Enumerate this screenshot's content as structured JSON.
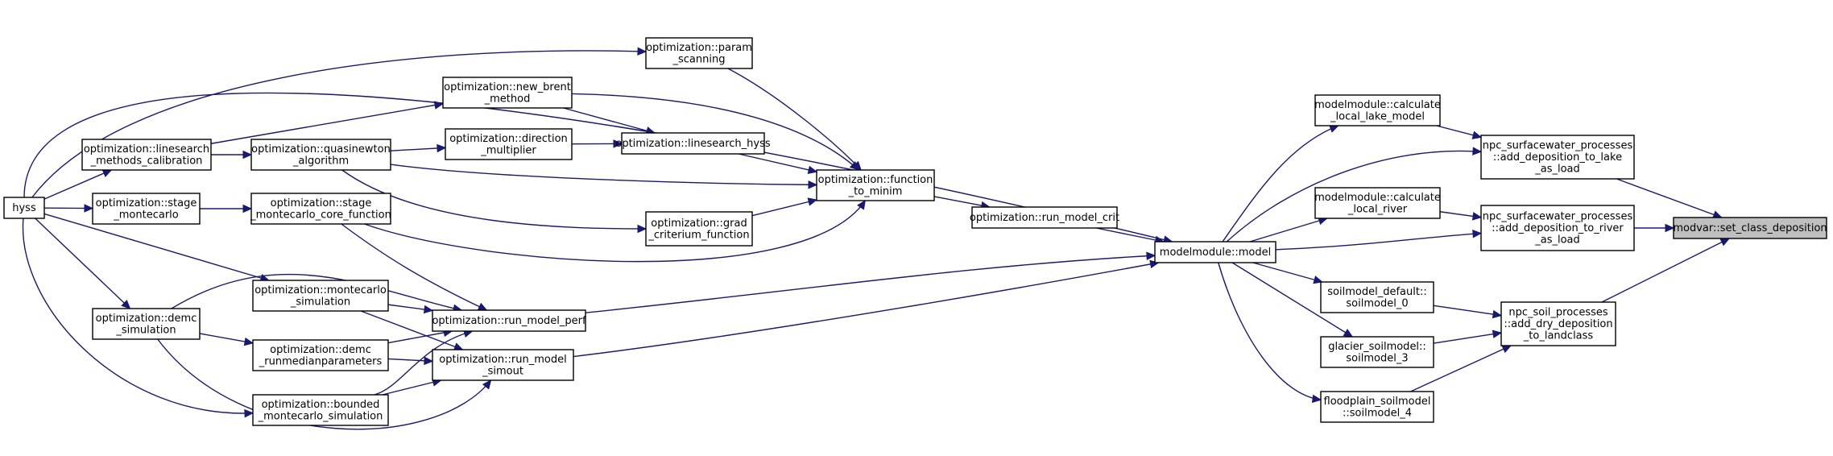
{
  "graph": {
    "edge_color": "#191970",
    "highlight_fill": "#bfbfbf",
    "nodes": [
      {
        "id": "hyss",
        "lines": [
          "hyss"
        ]
      },
      {
        "id": "param_scanning",
        "lines": [
          "optimization::param",
          "_scanning"
        ]
      },
      {
        "id": "new_brent",
        "lines": [
          "optimization::new_brent",
          "_method"
        ]
      },
      {
        "id": "linesearch_calib",
        "lines": [
          "optimization::linesearch",
          "_methods_calibration"
        ]
      },
      {
        "id": "quasinewton",
        "lines": [
          "optimization::quasinewton",
          "_algorithm"
        ]
      },
      {
        "id": "direction_mult",
        "lines": [
          "optimization::direction",
          "_multiplier"
        ]
      },
      {
        "id": "linesearch_hyss",
        "lines": [
          "optimization::linesearch_hyss"
        ]
      },
      {
        "id": "stage_montecarlo",
        "lines": [
          "optimization::stage",
          "_montecarlo"
        ]
      },
      {
        "id": "stage_mc_core",
        "lines": [
          "optimization::stage",
          "_montecarlo_core_function"
        ]
      },
      {
        "id": "function_to_minim",
        "lines": [
          "optimization::function",
          "_to_minim"
        ]
      },
      {
        "id": "grad_criterium",
        "lines": [
          "optimization::grad",
          "_criterium_function"
        ]
      },
      {
        "id": "run_model_crit",
        "lines": [
          "optimization::run_model_crit"
        ]
      },
      {
        "id": "modelmodule_model",
        "lines": [
          "modelmodule::model"
        ]
      },
      {
        "id": "calc_local_lake",
        "lines": [
          "modelmodule::calculate",
          "_local_lake_model"
        ]
      },
      {
        "id": "calc_local_river",
        "lines": [
          "modelmodule::calculate",
          "_local_river"
        ]
      },
      {
        "id": "add_dep_lake",
        "lines": [
          "npc_surfacewater_processes",
          "::add_deposition_to_lake",
          "_as_load"
        ]
      },
      {
        "id": "add_dep_river",
        "lines": [
          "npc_surfacewater_processes",
          "::add_deposition_to_river",
          "_as_load"
        ]
      },
      {
        "id": "set_class_dep",
        "lines": [
          "modvar::set_class_deposition"
        ],
        "highlight": true
      },
      {
        "id": "demc_simulation",
        "lines": [
          "optimization::demc",
          "_simulation"
        ]
      },
      {
        "id": "montecarlo_sim",
        "lines": [
          "optimization::montecarlo",
          "_simulation"
        ]
      },
      {
        "id": "run_model_perf",
        "lines": [
          "optimization::run_model_perf"
        ]
      },
      {
        "id": "demc_runmedian",
        "lines": [
          "optimization::demc",
          "_runmedianparameters"
        ]
      },
      {
        "id": "run_model_simout",
        "lines": [
          "optimization::run_model",
          "_simout"
        ]
      },
      {
        "id": "bounded_mc",
        "lines": [
          "optimization::bounded",
          "_montecarlo_simulation"
        ]
      },
      {
        "id": "soilmodel_0",
        "lines": [
          "soilmodel_default::",
          "soilmodel_0"
        ]
      },
      {
        "id": "soilmodel_3",
        "lines": [
          "glacier_soilmodel::",
          "soilmodel_3"
        ]
      },
      {
        "id": "soilmodel_4",
        "lines": [
          "floodplain_soilmodel",
          "::soilmodel_4"
        ]
      },
      {
        "id": "add_dry_dep",
        "lines": [
          "npc_soil_processes",
          "::add_dry_deposition",
          "_to_landclass"
        ]
      }
    ]
  }
}
